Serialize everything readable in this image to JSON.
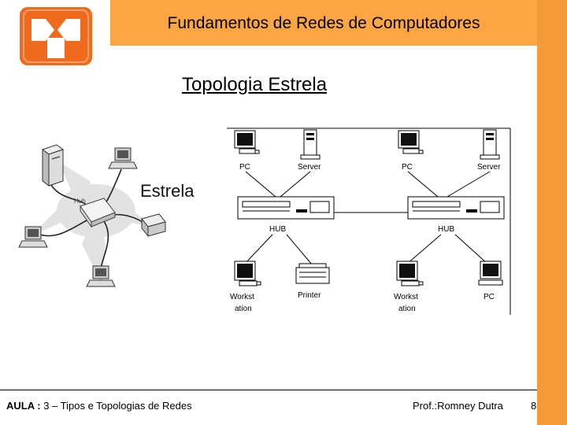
{
  "header": {
    "title": "Fundamentos de Redes de Computadores"
  },
  "slide": {
    "title": "Topologia Estrela"
  },
  "left_diagram": {
    "title": "Estrela",
    "hub_label": "Hub"
  },
  "right_diagram": {
    "top_labels": [
      "PC",
      "Server",
      "PC",
      "Server"
    ],
    "hub_labels": [
      "HUB",
      "HUB"
    ],
    "bottom_labels": [
      {
        "line1": "Workst",
        "line2": "ation"
      },
      {
        "line1": "Printer",
        "line2": ""
      },
      {
        "line1": "Workst",
        "line2": "ation"
      },
      {
        "line1": "PC",
        "line2": ""
      }
    ]
  },
  "footer": {
    "aula_label": "AULA :",
    "lesson": "3 – Tipos e Topologias de Redes",
    "author": "Prof.:Romney Dutra",
    "page": "8"
  },
  "colors": {
    "header_band": "#fca543",
    "right_strip": "#f39a3a",
    "logo": "#f06a1d"
  }
}
